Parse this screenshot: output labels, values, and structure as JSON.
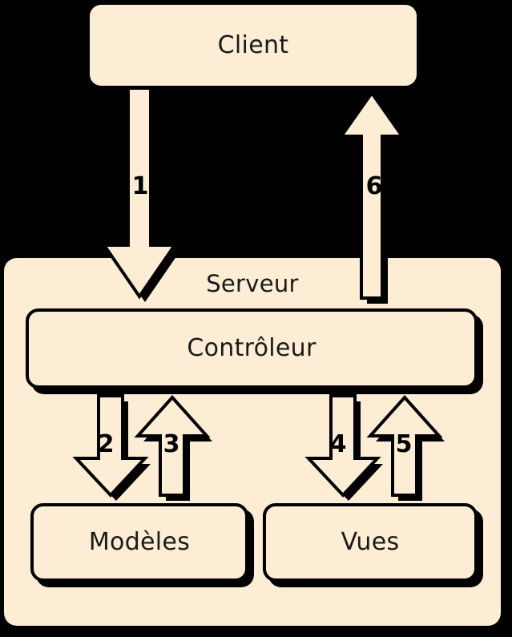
{
  "diagram": {
    "title": "MVC architecture - Client / Serveur",
    "colors": {
      "background": "#000000",
      "node_fill": "#FCEDD4",
      "stroke": "#000000",
      "text": "#1a1a1a"
    },
    "nodes": [
      {
        "id": "client",
        "label": "Client"
      },
      {
        "id": "serveur",
        "label": "Serveur"
      },
      {
        "id": "controleur",
        "label": "Contrôleur"
      },
      {
        "id": "modeles",
        "label": "Modèles"
      },
      {
        "id": "vues",
        "label": "Vues"
      }
    ],
    "arrows": [
      {
        "id": "a1",
        "number": "1",
        "direction": "down",
        "from": "client",
        "to": "controleur"
      },
      {
        "id": "a2",
        "number": "2",
        "direction": "down",
        "from": "controleur",
        "to": "modeles"
      },
      {
        "id": "a3",
        "number": "3",
        "direction": "up",
        "from": "modeles",
        "to": "controleur"
      },
      {
        "id": "a4",
        "number": "4",
        "direction": "down",
        "from": "controleur",
        "to": "vues"
      },
      {
        "id": "a5",
        "number": "5",
        "direction": "up",
        "from": "vues",
        "to": "controleur"
      },
      {
        "id": "a6",
        "number": "6",
        "direction": "up",
        "from": "controleur",
        "to": "client"
      }
    ]
  }
}
